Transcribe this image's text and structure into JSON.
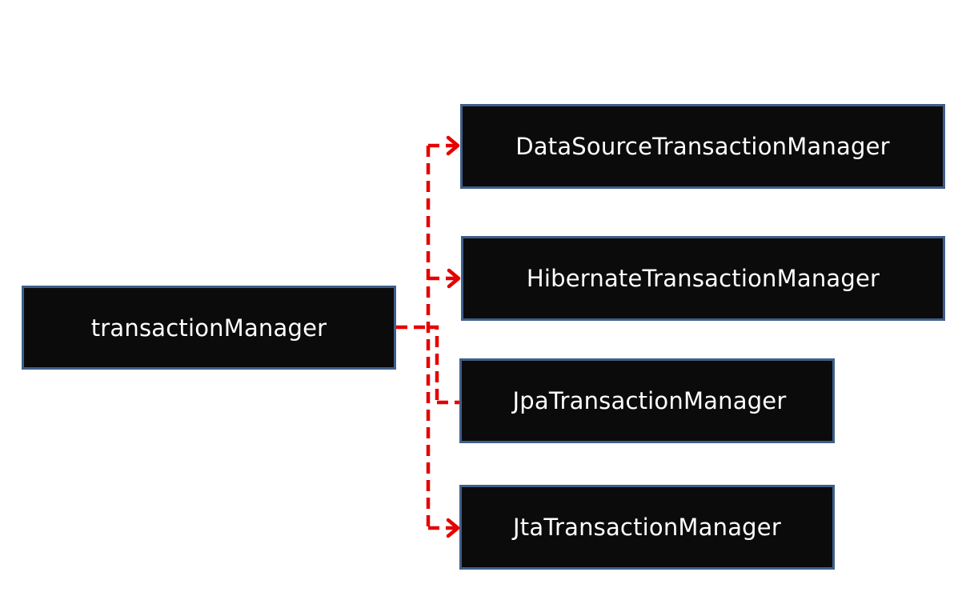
{
  "diagram": {
    "source": {
      "label": "transactionManager"
    },
    "targets": [
      {
        "id": "ds",
        "label": "DataSourceTransactionManager"
      },
      {
        "id": "hib",
        "label": "HibernateTransactionManager"
      },
      {
        "id": "jpa",
        "label": "JpaTransactionManager"
      },
      {
        "id": "jta",
        "label": "JtaTransactionManager"
      }
    ],
    "edges": [
      {
        "from": "source",
        "to": "ds"
      },
      {
        "from": "source",
        "to": "hib"
      },
      {
        "from": "source",
        "to": "jpa"
      },
      {
        "from": "source",
        "to": "jta"
      }
    ],
    "colors": {
      "node_fill": "#0b0b0b",
      "node_border": "#3f5f8a",
      "node_text": "#ffffff",
      "connector": "#e60000",
      "background": "#ffffff"
    }
  }
}
